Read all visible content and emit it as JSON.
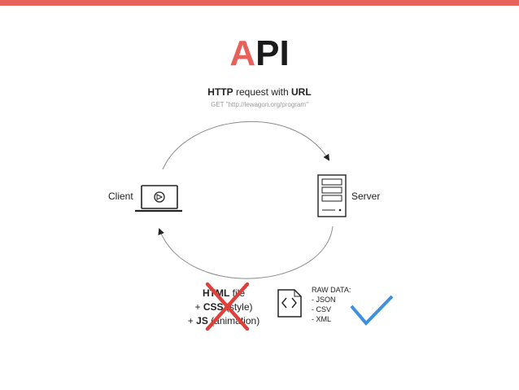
{
  "title": {
    "accent": "A",
    "rest": "PI"
  },
  "request": {
    "prefix": "HTTP",
    "middle": " request with ",
    "suffix": "URL",
    "example": "GET \"http://lewagon.org/program\""
  },
  "client": {
    "label": "Client"
  },
  "server": {
    "label": "Server"
  },
  "html_response": {
    "line1_bold": "HTML",
    "line1_rest": " file",
    "line2_prefix": "+ ",
    "line2_bold": "CSS",
    "line2_rest": " (style)",
    "line3_prefix": "+ ",
    "line3_bold": "JS",
    "line3_rest": " (animation)"
  },
  "raw_data": {
    "heading": "RAW DATA:",
    "items": [
      "- JSON",
      "- CSV",
      "- XML"
    ]
  },
  "colors": {
    "accent": "#e8605a",
    "cross": "#e0403a",
    "check": "#3d8fe0"
  },
  "icons": [
    "laptop-icon",
    "server-icon",
    "code-file-icon",
    "cross-icon",
    "checkmark-icon"
  ]
}
